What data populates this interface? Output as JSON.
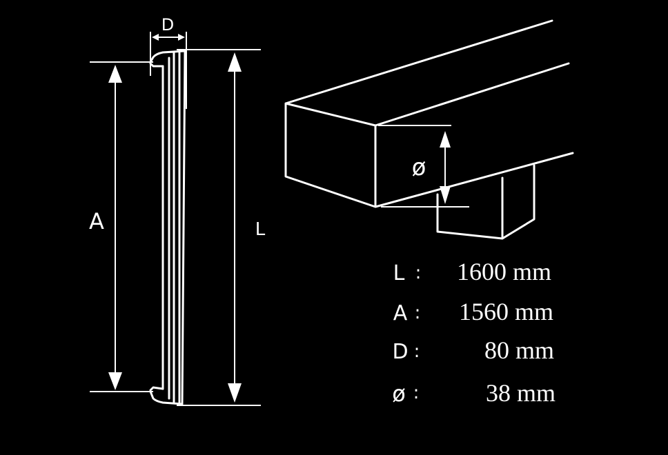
{
  "diagram": {
    "side_view": {
      "label_a": "A",
      "label_l": "L",
      "label_d": "D"
    },
    "profile_view": {
      "label_diameter": "ø"
    },
    "specs": [
      {
        "key": "L",
        "sep": ":",
        "value": "1600 mm"
      },
      {
        "key": "A",
        "sep": ":",
        "value": "1560 mm"
      },
      {
        "key": "D",
        "sep": ":",
        "value": "80 mm"
      },
      {
        "key": "ø",
        "sep": ":",
        "value": "38 mm"
      }
    ]
  }
}
